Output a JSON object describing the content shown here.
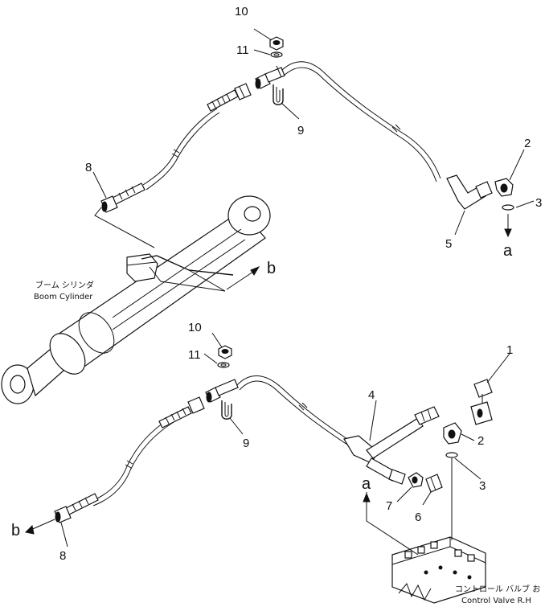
{
  "callouts": {
    "c1": "1",
    "c2_top": "2",
    "c2_bottom": "2",
    "c3_top": "3",
    "c3_bottom": "3",
    "c4": "4",
    "c5": "5",
    "c6": "6",
    "c7": "7",
    "c8_top": "8",
    "c8_bottom": "8",
    "c9_top": "9",
    "c9_bottom": "9",
    "c10_top": "10",
    "c10_bottom": "10",
    "c11_top": "11",
    "c11_bottom": "11"
  },
  "connectors": {
    "a_top": "a",
    "a_bottom": "a",
    "b_top": "b",
    "b_bottom": "b"
  },
  "labels": {
    "boom_cylinder_jp": "ブーム シリンダ",
    "boom_cylinder_en": "Boom Cylinder",
    "control_valve_jp": "コントロール バルブ お",
    "control_valve_en": "Control Valve R.H"
  }
}
